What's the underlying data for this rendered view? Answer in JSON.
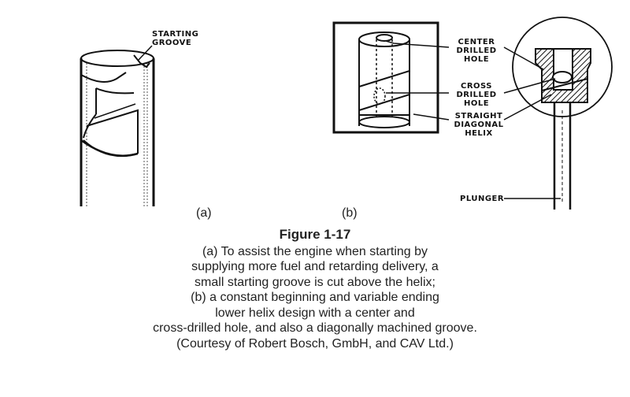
{
  "labels": {
    "starting_groove": [
      "STARTING",
      "GROOVE"
    ],
    "center_drilled_hole": [
      "CENTER",
      "DRILLED",
      "HOLE"
    ],
    "cross_drilled_hole": [
      "CROSS",
      "DRILLED",
      "HOLE"
    ],
    "straight_diagonal_helix": [
      "STRAIGHT",
      "DIAGONAL",
      "HELIX"
    ],
    "plunger": "PLUNGER"
  },
  "subfigures": {
    "a": "(a)",
    "b": "(b)"
  },
  "caption": {
    "title": "Figure 1-17",
    "lines": [
      "(a)  To assist the engine when starting by",
      "supplying more fuel and retarding delivery, a",
      "small starting groove is cut above the helix;",
      "(b)  a constant beginning and variable ending",
      "lower helix design with a center and",
      "cross-drilled hole, and also a diagonally machined groove.",
      "(Courtesy of Robert Bosch, GmbH, and CAV Ltd.)"
    ]
  }
}
